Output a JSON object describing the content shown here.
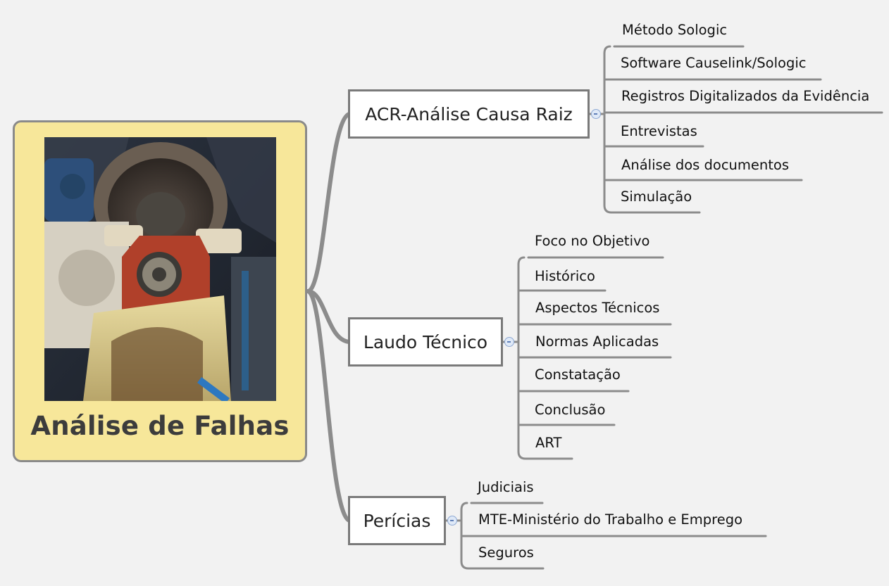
{
  "central": {
    "title": "Análise de Falhas",
    "image_icon": "failure-machine-photo"
  },
  "branches": [
    {
      "label": "ACR-Análise Causa Raiz",
      "children": [
        "Método Sologic",
        "Software Causelink/Sologic",
        "Registros Digitalizados da Evidência",
        "Entrevistas",
        "Análise dos documentos",
        "Simulação"
      ]
    },
    {
      "label": "Laudo Técnico",
      "children": [
        "Foco no Objetivo",
        "Histórico",
        "Aspectos Técnicos",
        "Normas Aplicadas",
        "Constatação",
        "Conclusão",
        "ART"
      ]
    },
    {
      "label": "Perícias",
      "children": [
        "Judiciais",
        "MTE-Ministério do Trabalho e Emprego",
        "Seguros"
      ]
    }
  ],
  "colors": {
    "background": "#f2f2f2",
    "central_fill": "#f7e79a",
    "connector": "#8c8c8c",
    "collapse_fill": "#dfe9f7",
    "collapse_border": "#8ea9d4"
  },
  "icons": {
    "collapse": "minus-circle-icon"
  }
}
